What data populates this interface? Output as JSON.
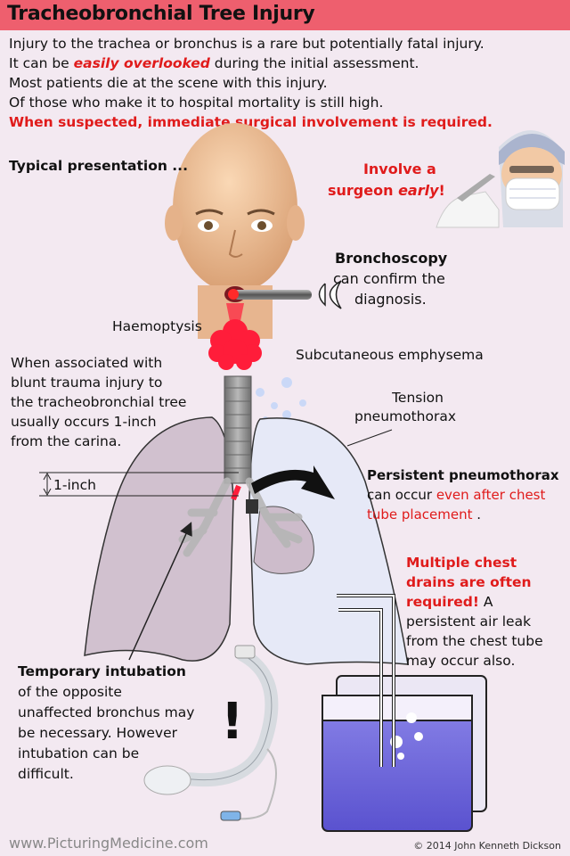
{
  "title": "Tracheobronchial Tree Injury",
  "intro": {
    "line1": "Injury to the trachea or bronchus is a rare but potentially fatal injury.",
    "line2_pre": "It can be ",
    "line2_em": "easily overlooked",
    "line2_post": " during the initial assessment.",
    "line3": "Most patients die at the scene with this injury.",
    "line4": "Of those who make it to hospital mortality is still high.",
    "line5": "When suspected, immediate surgical involvement is required."
  },
  "typical_presentation": "Typical presentation ...",
  "surgeon": {
    "line1": "Involve a",
    "line2_pre": "surgeon ",
    "line2_em": "early",
    "line2_post": "!"
  },
  "bronchoscopy": {
    "heading": "Bronchoscopy",
    "line2": "can confirm the",
    "line3": "diagnosis."
  },
  "haemoptysis": "Haemoptysis",
  "subcutaneous": "Subcutaneous emphysema",
  "tension": {
    "line1": "Tension",
    "line2": "pneumothorax"
  },
  "blunt": {
    "line1": "When associated with",
    "line2": "blunt trauma injury to",
    "line3": "the tracheobronchial tree",
    "line4": "usually occurs 1-inch",
    "line5": "from the carina."
  },
  "one_inch": "1-inch",
  "persistent": {
    "heading": "Persistent pneumothorax",
    "line2_pre": "can occur ",
    "line2_red": "even after chest",
    "line3_red": "tube placement",
    "line3_post": " ."
  },
  "multiple": {
    "line1": "Multiple chest",
    "line2": "drains are often",
    "line3_red": "required!",
    "line3_post": " A",
    "line4": "persistent air leak",
    "line5": "from the chest tube",
    "line6": "may occur also."
  },
  "intubation": {
    "heading": "Temporary intubation",
    "line2": "of the opposite",
    "line3": "unaffected bronchus may",
    "line4": "be necessary. However",
    "line5": "intubation can be",
    "line6": "difficult."
  },
  "exclamation": "!",
  "footer_left": "www.PicturingMedicine.com",
  "footer_right": "© 2014 John Kenneth Dickson",
  "colors": {
    "title_bar": "#ee5f6e",
    "background": "#f3e9f1",
    "red_text": "#e01b1b",
    "water": "#6a63d8",
    "blood": "#ff1d3a"
  }
}
